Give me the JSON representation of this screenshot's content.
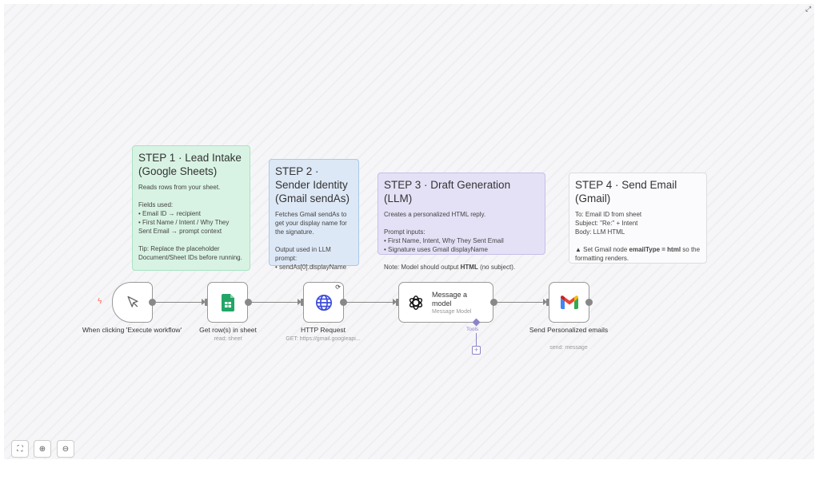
{
  "notes": [
    {
      "title": "STEP 1 · Lead Intake (Google Sheets)",
      "body": "Reads rows from your sheet.\n\nFields used:\n• Email ID → recipient\n• First Name / Intent / Why They Sent Email → prompt context\n\nTip: Replace the placeholder Document/Sheet IDs before running."
    },
    {
      "title": "STEP 2 · Sender Identity (Gmail sendAs)",
      "body": "Fetches Gmail sendAs to get your display name for the signature.\n\nOutput used in LLM prompt:\n• sendAs[0].displayName"
    },
    {
      "title": "STEP 3 · Draft Generation (LLM)",
      "body": "Creates a personalized HTML reply.\n\nPrompt inputs:\n• First Name, Intent, Why They Sent Email\n• Signature uses Gmail displayName\n\n",
      "note_prefix": "Note: Model should output ",
      "note_bold": "HTML",
      "note_suffix": " (no subject)."
    },
    {
      "title": "STEP 4 · Send Email (Gmail)",
      "body": "To: Email ID from sheet\nSubject: \"Re:\" + Intent\nBody: LLM HTML\n\n",
      "warn_prefix": "▲ Set Gmail node ",
      "warn_bold": "emailType = html",
      "warn_suffix": " so the formatting renders."
    }
  ],
  "nodes": [
    {
      "label": "When clicking 'Execute workflow'",
      "icon": "cursor-icon"
    },
    {
      "label": "Get row(s) in sheet",
      "sub": "read: sheet",
      "icon": "google-sheets-icon"
    },
    {
      "label": "HTTP Request",
      "sub": "GET: https://gmail.googleapi...",
      "icon": "globe-icon"
    },
    {
      "label": "Message a model",
      "sub": "Message Model",
      "icon": "openai-icon",
      "tools_label": "Tools"
    },
    {
      "label": "Send Personalized emails",
      "sub": "send: message",
      "icon": "gmail-icon"
    }
  ],
  "colors": {
    "step1": "#d8f3e3",
    "step2": "#dde8f6",
    "step3": "#e4e1f6",
    "step4": "#fbfbfd",
    "trigger": "#ff6d5a",
    "tools": "#8b84c9"
  },
  "controls": [
    "fit-view",
    "zoom-in",
    "zoom-out"
  ]
}
